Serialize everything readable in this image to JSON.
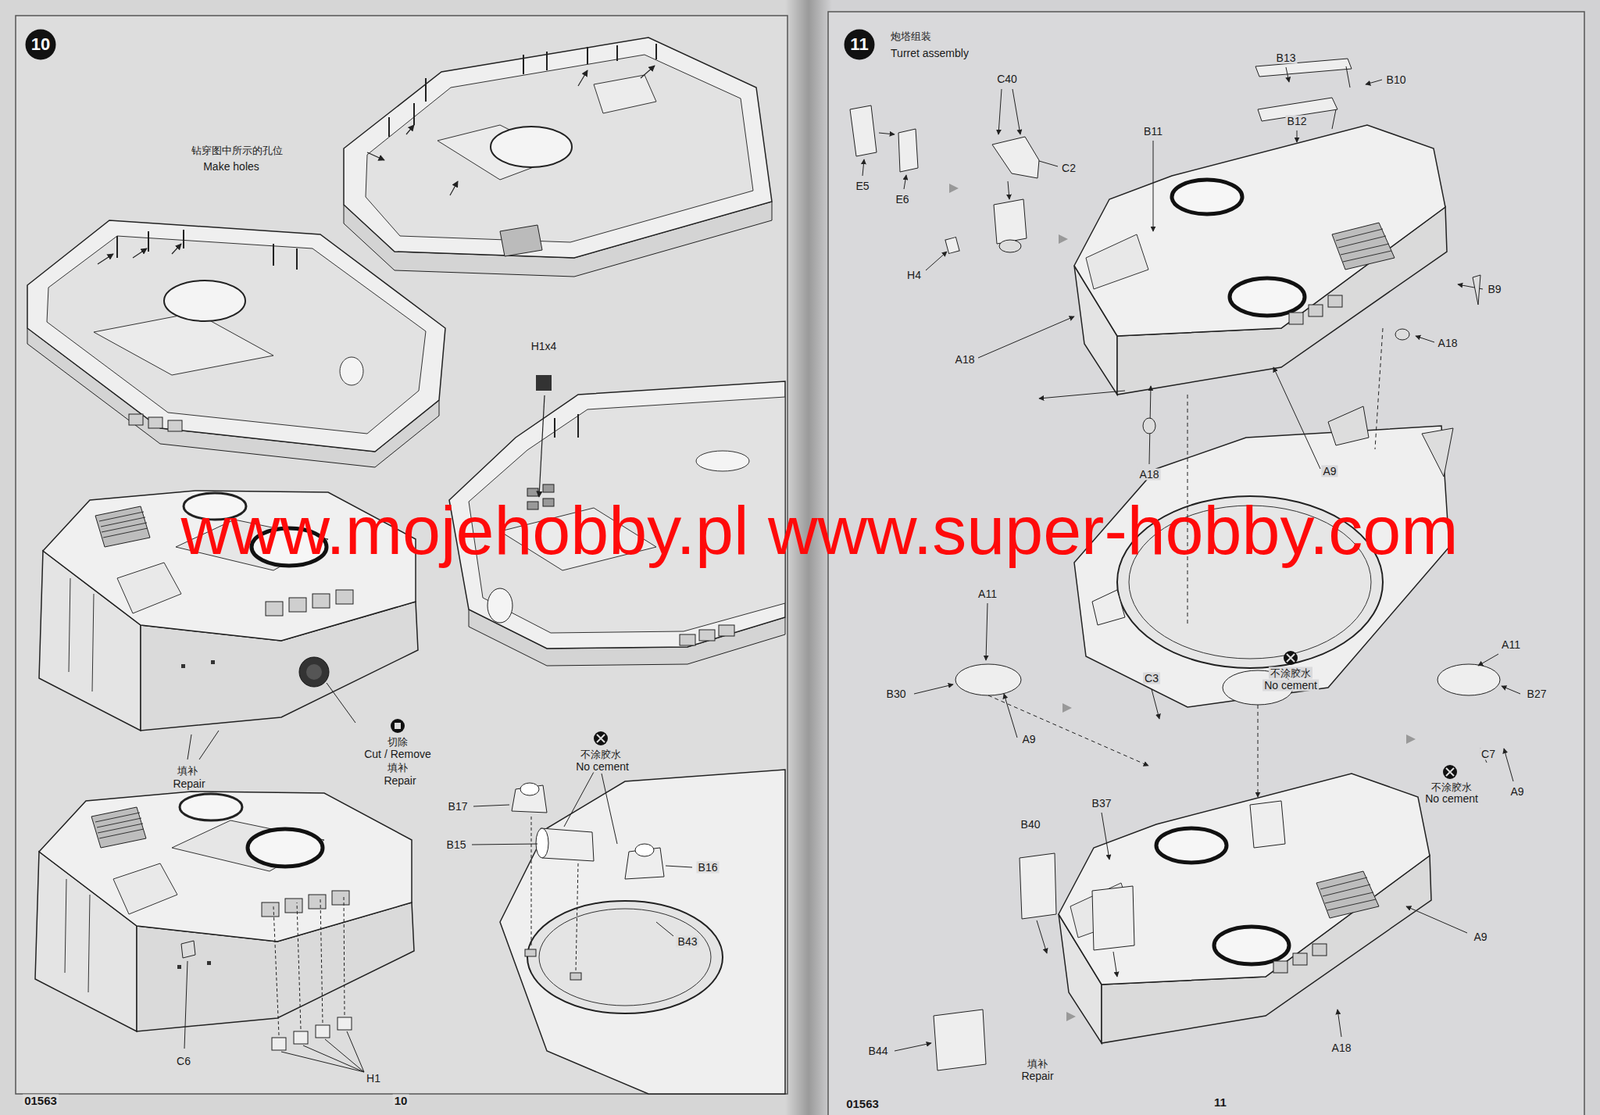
{
  "diagram": {
    "nodes": [
      {
        "text": [
          "10"
        ]
      },
      {
        "text": [
          "11"
        ]
      }
    ],
    "labels": [
      "钻穿图中所示的孔位",
      "Make holes",
      "H1x4",
      "www.mojehobby.pl www.super-hobby.com",
      "切除",
      "Cut / Remove",
      "填补",
      "Repair",
      "填补",
      "Repair",
      "不涂胶水",
      "No cement",
      "B17",
      "B15",
      "B16",
      "B43",
      "C6",
      "H1",
      "01563",
      "10",
      "炮塔组装",
      "Turret assembly",
      "E5",
      "E6",
      "C40",
      "C2",
      "H4",
      "B13",
      "B10",
      "B11",
      "B12",
      "B9",
      "A18",
      "A18",
      "A18",
      "A9",
      "A11",
      "B30",
      "A9",
      "C3",
      "不涂胶水",
      "No cement",
      "A11",
      "B27",
      "C7",
      "不涂胶水",
      "No cement",
      "A9",
      "B37",
      "B40",
      "A9",
      "B44",
      "填补",
      "Repair",
      "A18",
      "01563",
      "11"
    ]
  }
}
